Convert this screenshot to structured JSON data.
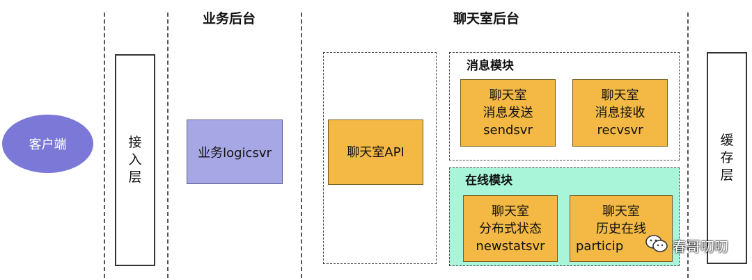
{
  "sections": {
    "business_backend": "业务后台",
    "chatroom_backend": "聊天室后台"
  },
  "client": {
    "label": "客户端",
    "color": "#7b78d8"
  },
  "access_layer": {
    "label": "接入层"
  },
  "logicsvr": {
    "label": "业务logicsvr",
    "color": "#a7a7e6"
  },
  "chatroom_api": {
    "label": "聊天室API",
    "color": "#f3b944"
  },
  "message_module": {
    "title": "消息模块",
    "send": {
      "line1": "聊天室",
      "line2": "消息发送",
      "line3": "sendsvr"
    },
    "recv": {
      "line1": "聊天室",
      "line2": "消息接收",
      "line3": "recvsvr"
    }
  },
  "online_module": {
    "title": "在线模块",
    "color": "#a8f5da",
    "newstat": {
      "line1": "聊天室",
      "line2": "分布式状态",
      "line3": "newstatsvr"
    },
    "history": {
      "line1": "聊天室",
      "line2": "历史在线",
      "line3": "particip"
    }
  },
  "cache_layer": {
    "label": "缓存层"
  },
  "watermark": {
    "text": "春哥叨叨",
    "icon": "wechat-icon"
  }
}
